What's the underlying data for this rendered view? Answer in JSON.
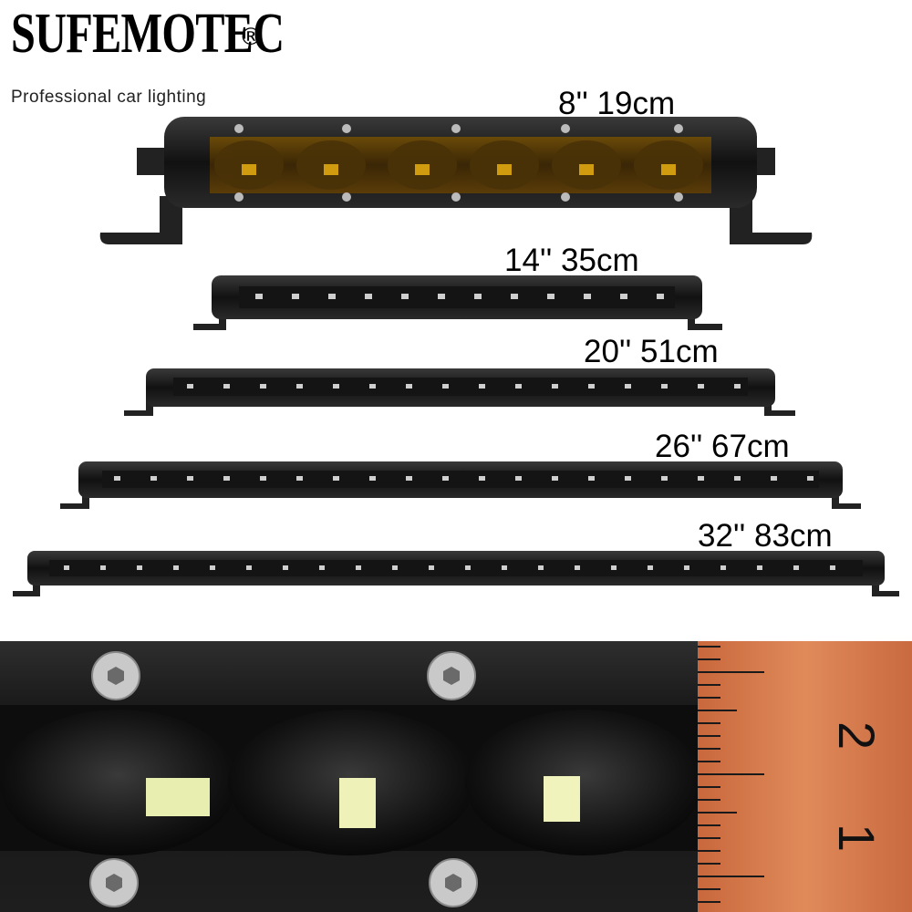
{
  "brand": {
    "name": "SUFEMOTEC",
    "registered": "®",
    "tagline": "Professional car lighting"
  },
  "products": [
    {
      "size_label": "8'' 19cm",
      "inches": 8,
      "cm": 19,
      "led_color": "amber"
    },
    {
      "size_label": "14'' 35cm",
      "inches": 14,
      "cm": 35
    },
    {
      "size_label": "20'' 51cm",
      "inches": 20,
      "cm": 51
    },
    {
      "size_label": "26'' 67cm",
      "inches": 26,
      "cm": 67
    },
    {
      "size_label": "32'' 83cm",
      "inches": 32,
      "cm": 83
    }
  ],
  "ruler": {
    "labels": [
      "2",
      "1"
    ]
  },
  "colors": {
    "housing": "#1a1a1a",
    "amber_led": "#e0a810",
    "ruler": "#d97a4a"
  }
}
